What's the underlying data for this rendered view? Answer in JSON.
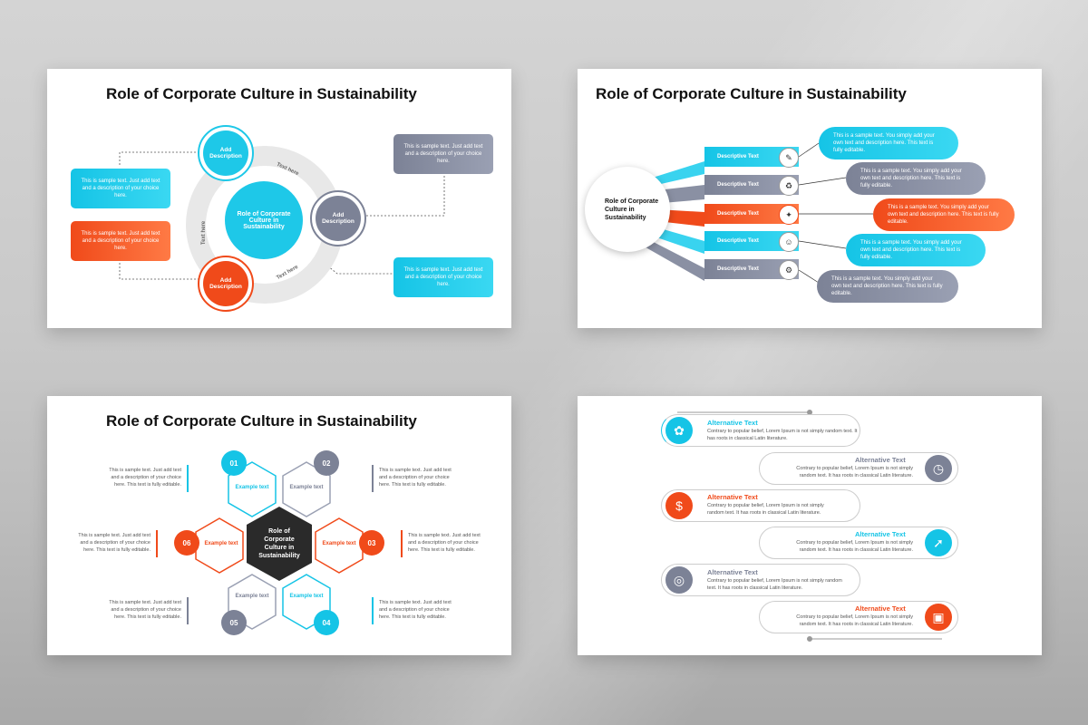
{
  "title": "Role of Corporate Culture in Sustainability",
  "slide1": {
    "center": "Role of Corporate Culture in Sustainability",
    "node_label": "Add Description",
    "ring_text": "Text here",
    "sample": "This is sample text. Just add text and a description of your choice here."
  },
  "slide2": {
    "center": "Role of Corporate Culture in Sustainability",
    "band_label": "Descriptive Text",
    "pill_text": "This is a sample text. You simply add your own text and description here. This text is fully editable."
  },
  "slide3": {
    "center": "Role of Corporate Culture in Sustainability",
    "example": "Example text",
    "sample": "This is sample text. Just add text and a description of your choice here. This text is fully editable.",
    "numbers": [
      "01",
      "02",
      "03",
      "04",
      "05",
      "06"
    ]
  },
  "slide4": {
    "title": "Alternative Text",
    "text": "Contrary to popular belief, Lorem Ipsum is not simply random text. It has roots in classical Latin literature."
  },
  "colors": {
    "cyan": "#15c4e6",
    "orange": "#f04a1a",
    "grey": "#7c8296",
    "dark": "#2a2a2a"
  },
  "icons": [
    "brain-icon",
    "timer-icon",
    "dollar-icon",
    "rocket-icon",
    "target-icon",
    "presentation-icon",
    "idea-icon",
    "recycle-icon",
    "ideas-icon",
    "team-icon",
    "settings-icon"
  ]
}
